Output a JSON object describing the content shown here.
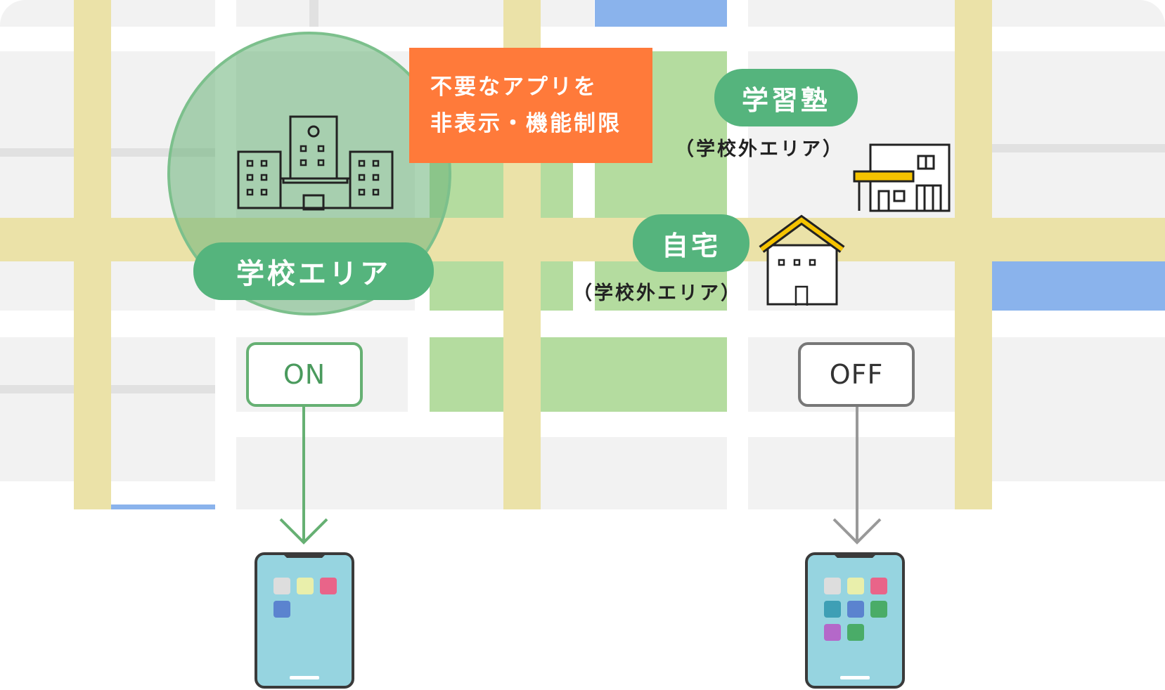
{
  "school_area": {
    "label": "学校エリア"
  },
  "notice": {
    "line1": "不要なアプリを",
    "line2": "非表示・機能制限"
  },
  "cram_school": {
    "label": "学習塾",
    "caption": "（学校外エリア）"
  },
  "home": {
    "label": "自宅",
    "caption": "（学校外エリア）"
  },
  "toggles": {
    "on": "ON",
    "off": "OFF"
  },
  "colors": {
    "pill_green": "#55b47d",
    "notice_orange": "#ff7a3a",
    "on_green": "#66b073",
    "off_gray": "#777777",
    "phone_screen": "#96d4e0",
    "roof_yellow": "#f5c300"
  },
  "phone_on": {
    "app_icon_colors": [
      "#dddddd",
      "#e9efab",
      "#e96489",
      "#5b83cf"
    ]
  },
  "phone_off": {
    "app_icon_colors": [
      "#dddddd",
      "#e9efab",
      "#e96489",
      "#3e9fb5",
      "#5b83cf",
      "#4aac68",
      "#b468c9",
      "#4aac68"
    ]
  }
}
